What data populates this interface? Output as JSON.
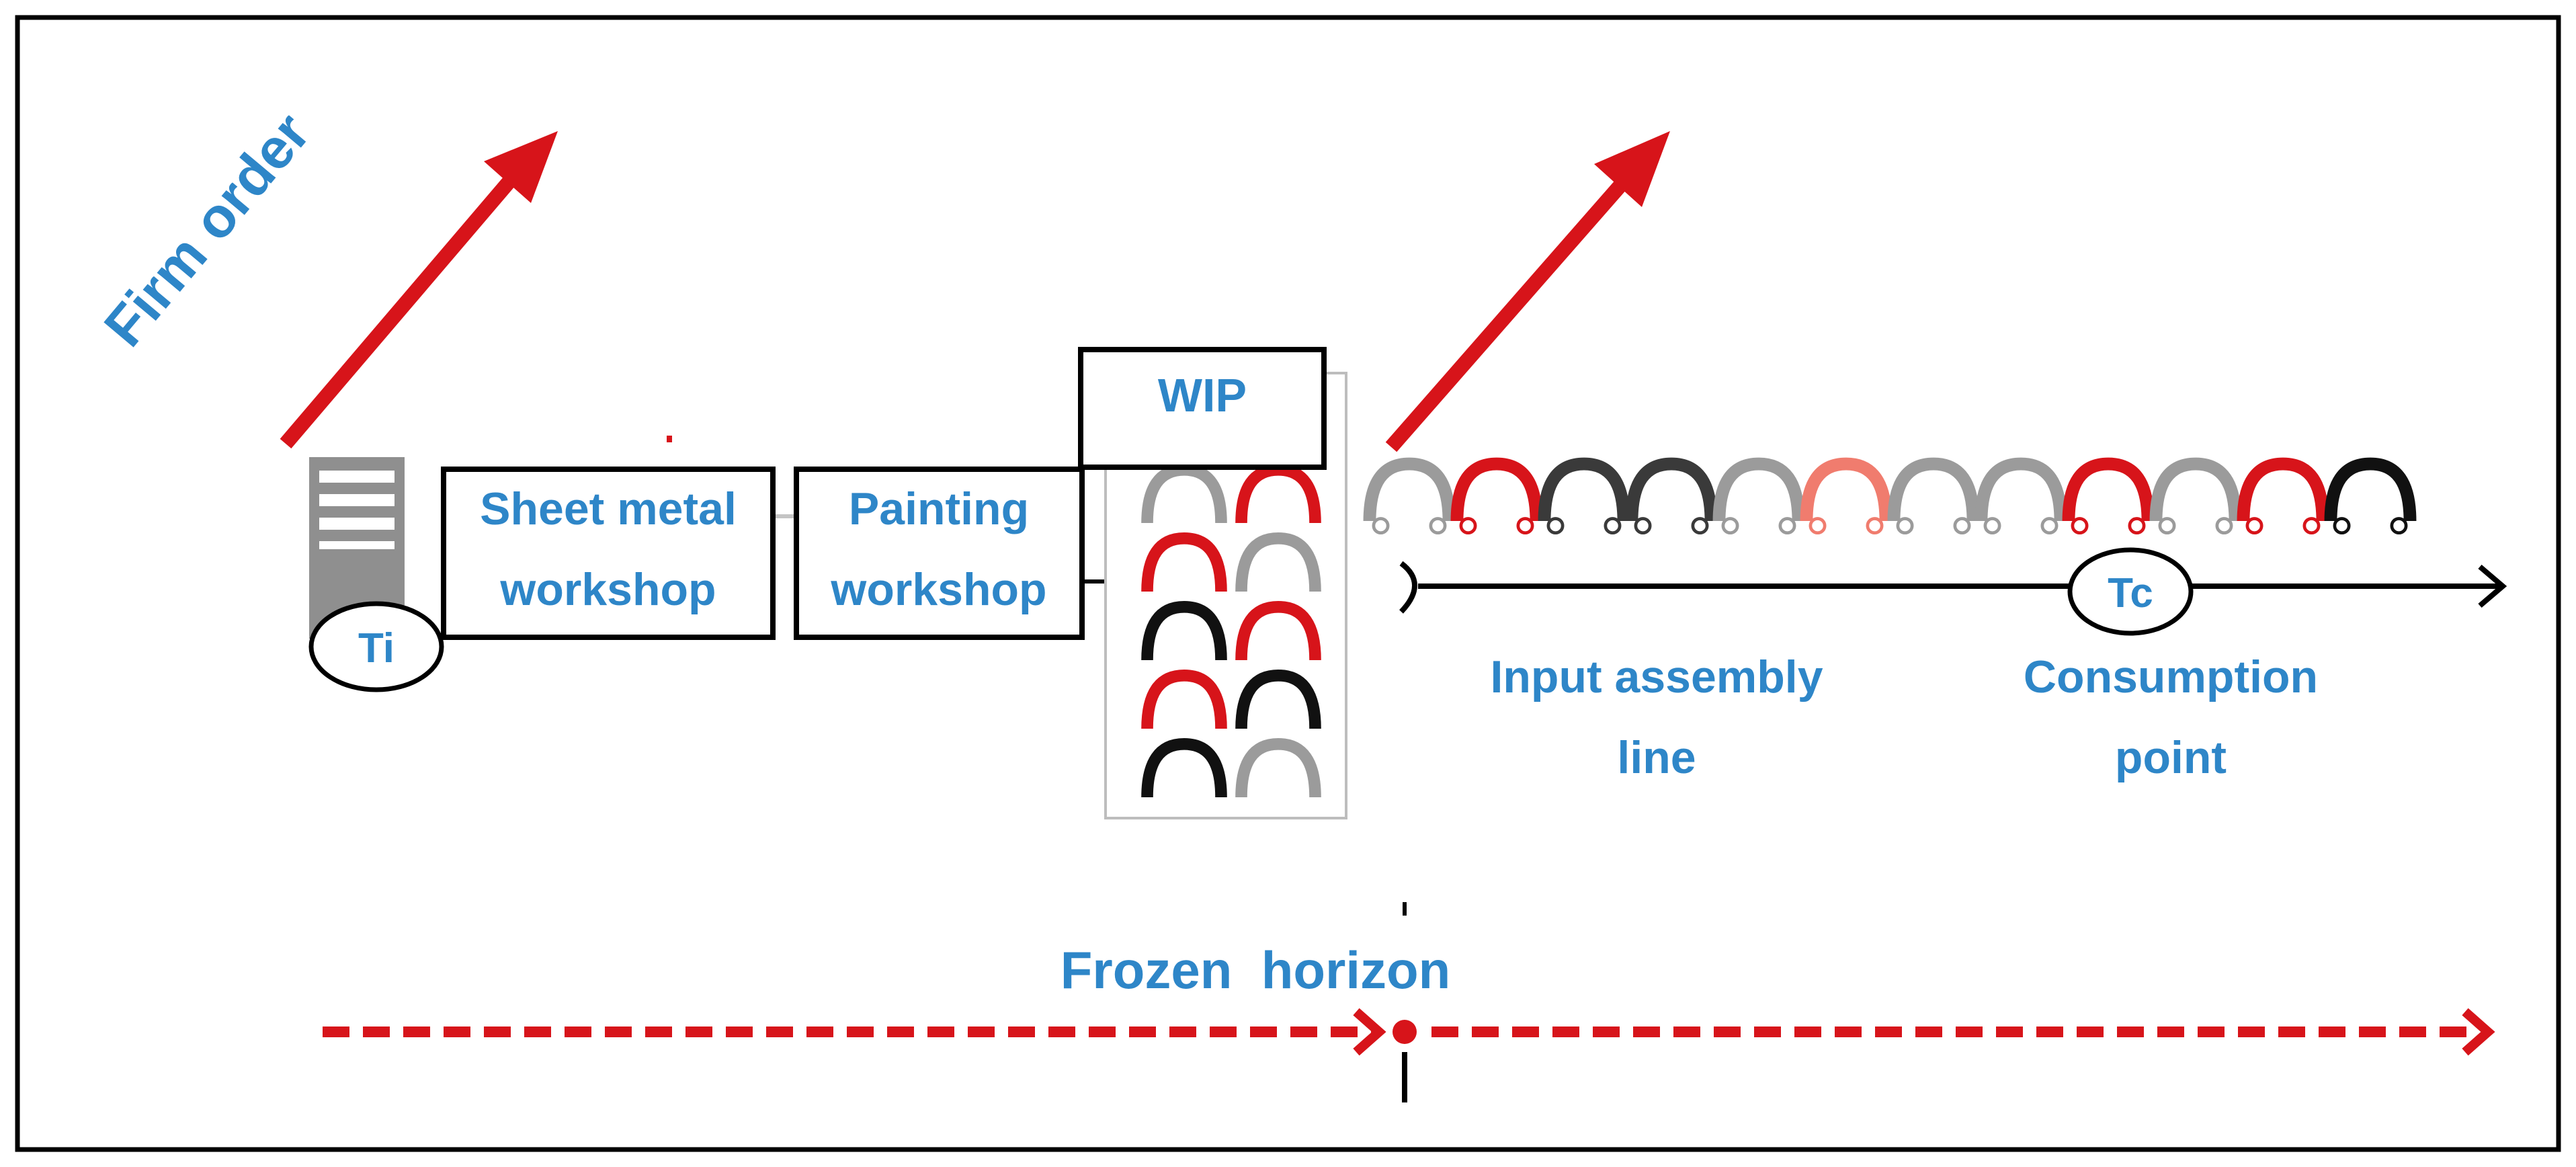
{
  "labels": {
    "firm_order": "Firm order",
    "wip": "WIP",
    "sheet_metal_line1": "Sheet metal",
    "sheet_metal_line2": "workshop",
    "painting_line1": "Painting",
    "painting_line2": "workshop",
    "ti": "Ti",
    "tc": "Tc",
    "input_line1": "Input assembly",
    "input_line2": "line",
    "consumption_line1": "Consumption",
    "consumption_line2": "point",
    "frozen_horizon": "Frozen  horizon"
  },
  "colors": {
    "label_blue": "#2e86c8",
    "arrow_red": "#d7141a",
    "outline": "#000000",
    "car_gray": "#9b9b9b",
    "car_dark": "#3a3a3a",
    "car_black": "#111111",
    "car_light_red": "#f07c6e"
  },
  "wip_buffer_cars": [
    "gray",
    "red",
    "red",
    "gray",
    "black",
    "red",
    "red",
    "black",
    "black",
    "gray"
  ],
  "assembly_line_cars": [
    "gray",
    "red",
    "dark",
    "dark",
    "gray",
    "light-red",
    "gray",
    "gray",
    "red",
    "gray",
    "red",
    "black"
  ]
}
